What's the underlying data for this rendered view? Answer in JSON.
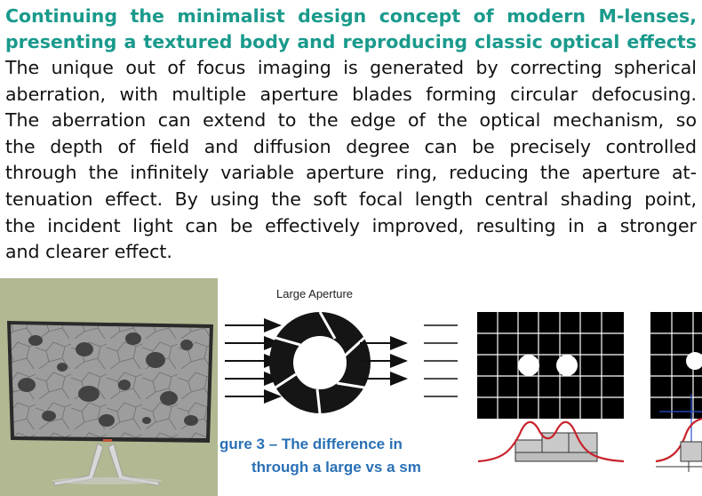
{
  "heading": {
    "line1": "Continuing the minimalist design concept of modern M-lenses,",
    "line2": "presenting a textured body and reproducing classic optical effects"
  },
  "body": {
    "lines": [
      "The unique out of focus imaging is generated by correcting spherical",
      "aberration, with multiple aperture blades forming circular defocusing.",
      "The aberration can extend to the edge of the optical mechanism, so",
      "the depth of field and diffusion degree can be precisely controlled",
      "through the infinitely variable aperture ring, reducing the aperture at-",
      "tenuation effect. By using the soft focal length central shading point,",
      "the incident light can be effectively improved, resulting in a stronger",
      "and clearer effect."
    ]
  },
  "figure_aperture": {
    "title": "Large Aperture",
    "caption_line1": "gure 3 – The difference in",
    "caption_line2": "through a large vs a sm"
  },
  "colors": {
    "heading": "#1a9a8c",
    "caption": "#2a70b5",
    "monitor_background": "#b1b892",
    "profile_curve": "#c8232c"
  },
  "icons": {
    "monitor": "monitor-image",
    "aperture": "aperture-diagram",
    "grid": "grid-diagram"
  }
}
